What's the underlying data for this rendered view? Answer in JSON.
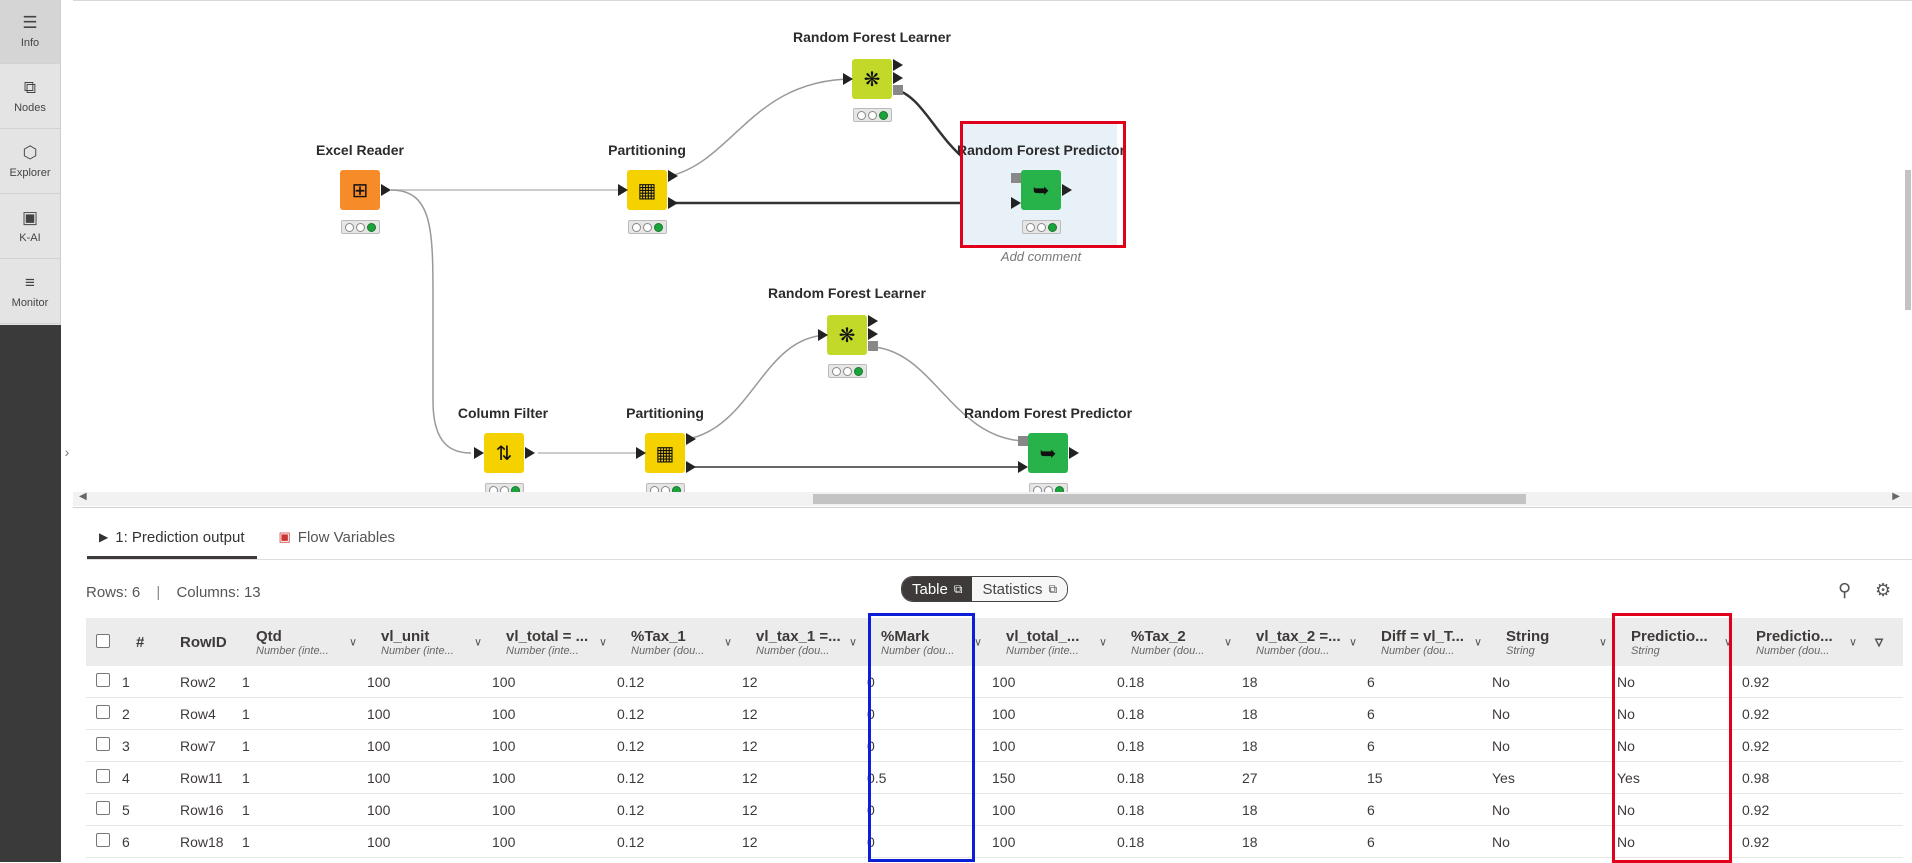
{
  "sidebar": {
    "items": [
      {
        "label": "Info",
        "icon": "info-icon"
      },
      {
        "label": "Nodes",
        "icon": "nodes-icon"
      },
      {
        "label": "Explorer",
        "icon": "explorer-icon"
      },
      {
        "label": "K-AI",
        "icon": "k-ai-icon"
      },
      {
        "label": "Monitor",
        "icon": "monitor-icon"
      }
    ]
  },
  "workflow": {
    "excel_reader": "Excel Reader",
    "partitioning_top": "Partitioning",
    "rf_learner_top": "Random Forest Learner",
    "rf_predictor_top": "Random Forest Predictor",
    "add_comment": "Add comment",
    "column_filter": "Column Filter",
    "partitioning_bottom": "Partitioning",
    "rf_learner_bottom": "Random Forest Learner",
    "rf_predictor_bottom": "Random Forest Predictor"
  },
  "panel": {
    "tabs": [
      {
        "label": "1: Prediction output",
        "icon": "play-icon"
      },
      {
        "label": "Flow Variables",
        "icon": "flow-variable-icon"
      }
    ],
    "rows_text": "Rows: 6",
    "sep": "|",
    "columns_text": "Columns: 13",
    "toggle_table": "Table",
    "toggle_statistics": "Statistics"
  },
  "table": {
    "index_header": "#",
    "rowid_header": "RowID",
    "columns": [
      {
        "name": "Qtd",
        "type": "Number (inte..."
      },
      {
        "name": "vl_unit",
        "type": "Number (inte..."
      },
      {
        "name": "vl_total = ...",
        "type": "Number (inte..."
      },
      {
        "name": "%Tax_1",
        "type": "Number (dou..."
      },
      {
        "name": "vl_tax_1 =...",
        "type": "Number (dou..."
      },
      {
        "name": "%Mark",
        "type": "Number (dou..."
      },
      {
        "name": "vl_total_...",
        "type": "Number (inte..."
      },
      {
        "name": "%Tax_2",
        "type": "Number (dou..."
      },
      {
        "name": "vl_tax_2 =...",
        "type": "Number (dou..."
      },
      {
        "name": "Diff = vl_T...",
        "type": "Number (dou..."
      },
      {
        "name": "String",
        "type": "String"
      },
      {
        "name": "Predictio...",
        "type": "String"
      },
      {
        "name": "Predictio...",
        "type": "Number (dou..."
      }
    ],
    "rows": [
      {
        "idx": "1",
        "id": "Row2",
        "cells": [
          "1",
          "100",
          "100",
          "0.12",
          "12",
          "0",
          "100",
          "0.18",
          "18",
          "6",
          "No",
          "No",
          "0.92"
        ]
      },
      {
        "idx": "2",
        "id": "Row4",
        "cells": [
          "1",
          "100",
          "100",
          "0.12",
          "12",
          "0",
          "100",
          "0.18",
          "18",
          "6",
          "No",
          "No",
          "0.92"
        ]
      },
      {
        "idx": "3",
        "id": "Row7",
        "cells": [
          "1",
          "100",
          "100",
          "0.12",
          "12",
          "0",
          "100",
          "0.18",
          "18",
          "6",
          "No",
          "No",
          "0.92"
        ]
      },
      {
        "idx": "4",
        "id": "Row11",
        "cells": [
          "1",
          "100",
          "100",
          "0.12",
          "12",
          "0.5",
          "150",
          "0.18",
          "27",
          "15",
          "Yes",
          "Yes",
          "0.98"
        ]
      },
      {
        "idx": "5",
        "id": "Row16",
        "cells": [
          "1",
          "100",
          "100",
          "0.12",
          "12",
          "0",
          "100",
          "0.18",
          "18",
          "6",
          "No",
          "No",
          "0.92"
        ]
      },
      {
        "idx": "6",
        "id": "Row18",
        "cells": [
          "1",
          "100",
          "100",
          "0.12",
          "12",
          "0",
          "100",
          "0.18",
          "18",
          "6",
          "No",
          "No",
          "0.92"
        ]
      }
    ]
  },
  "colors": {
    "excel_reader": "#f68b2a",
    "partitioning": "#f6d100",
    "learner": "#c2d92a",
    "predictor": "#27b34a",
    "highlight_red": "#e0001b",
    "highlight_blue": "#0d1fd6"
  }
}
